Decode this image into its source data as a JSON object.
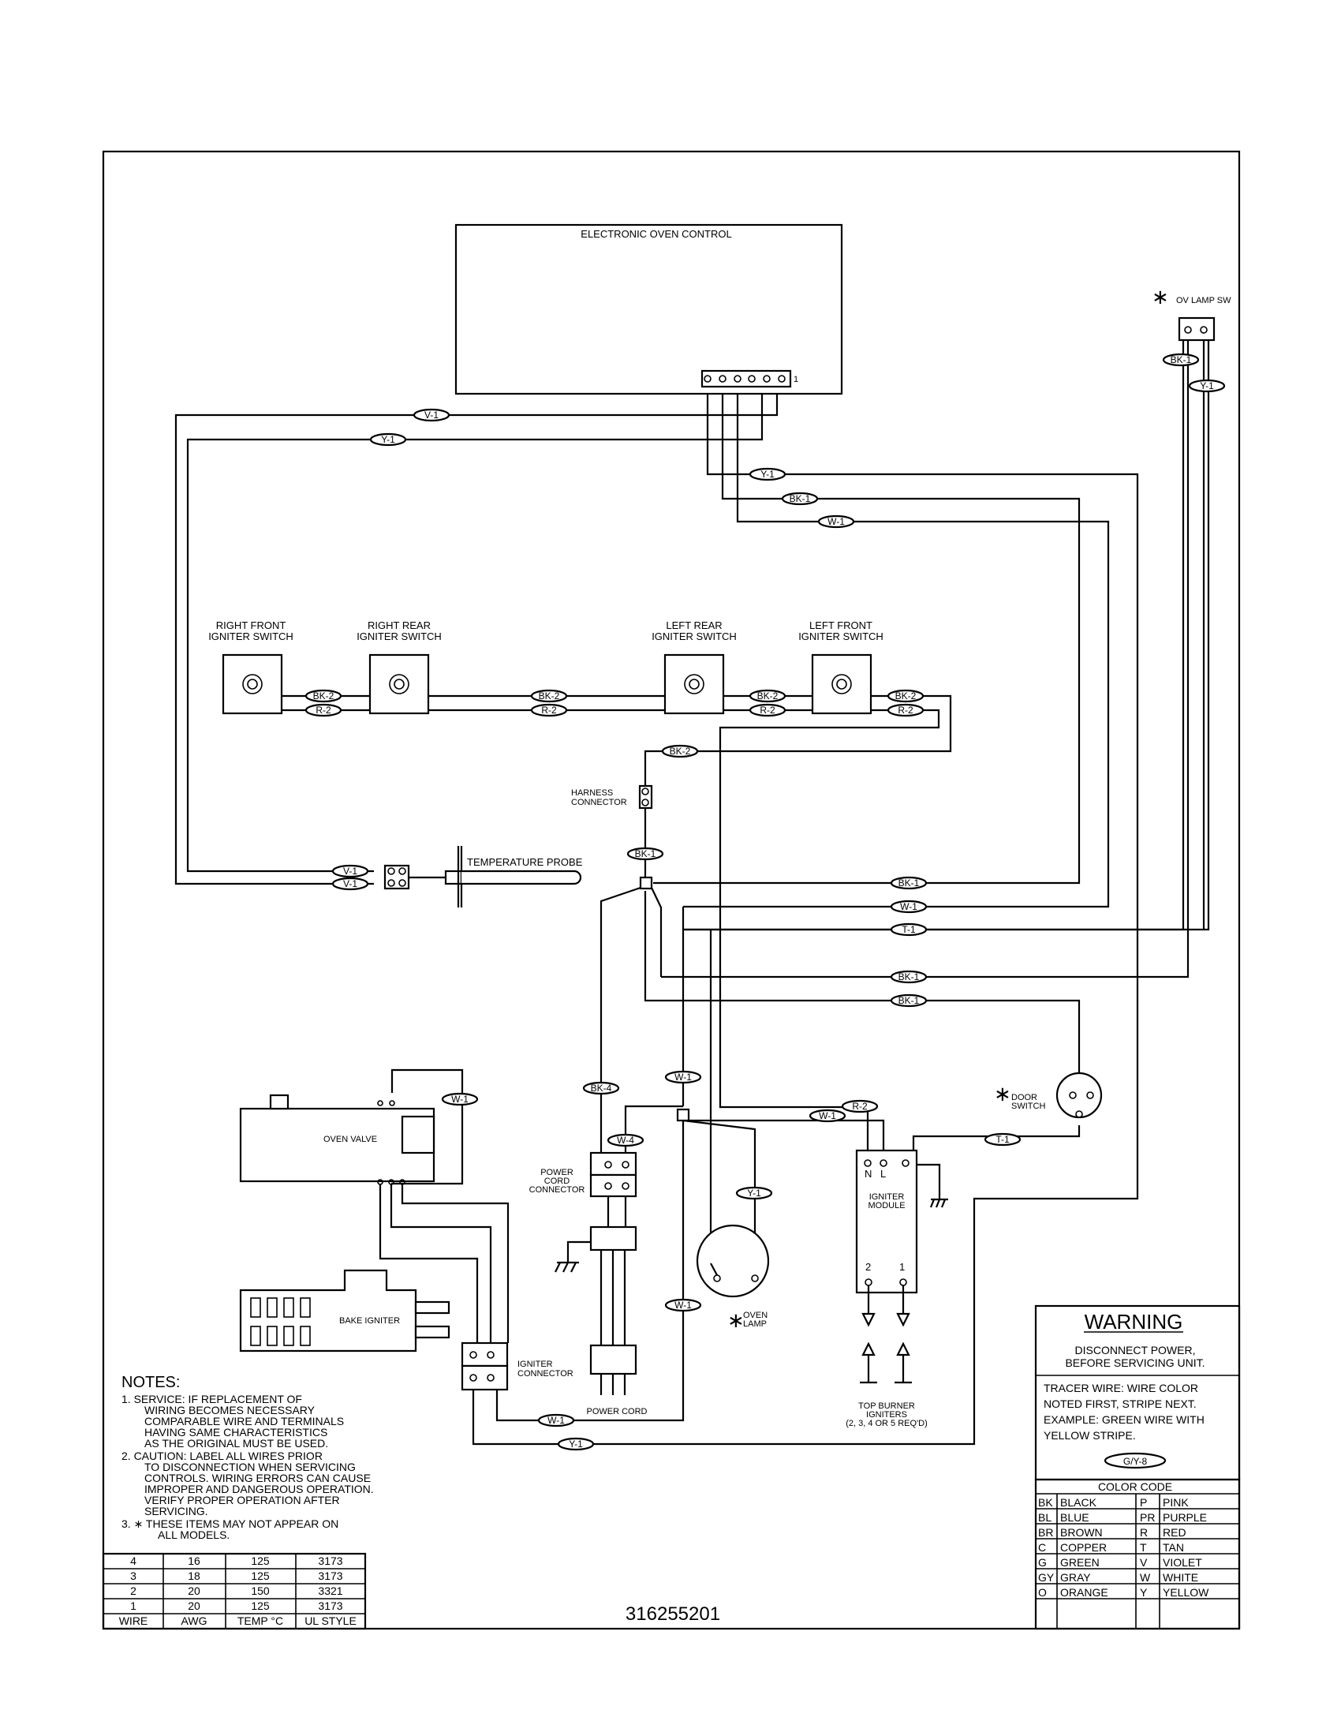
{
  "components": {
    "oven_control": "ELECTRONIC OVEN CONTROL",
    "pin_1": "1",
    "ov_lamp_sw": "OV LAMP SW",
    "asterisk": "∗",
    "igniter_switches": [
      "RIGHT FRONT",
      "IGNITER SWITCH",
      "RIGHT REAR",
      "IGNITER SWITCH",
      "LEFT REAR",
      "IGNITER SWITCH",
      "LEFT FRONT",
      "IGNITER SWITCH"
    ],
    "harness_connector": [
      "HARNESS",
      "CONNECTOR"
    ],
    "temperature_probe": "TEMPERATURE PROBE",
    "door_switch": [
      "DOOR",
      "SWITCH"
    ],
    "oven_valve": "OVEN VALVE",
    "power_cord_connector": [
      "POWER",
      "CORD",
      "CONNECTOR"
    ],
    "bake_igniter": "BAKE IGNITER",
    "igniter_connector": [
      "IGNITER",
      "CONNECTOR"
    ],
    "power_cord": "POWER CORD",
    "oven_lamp": [
      "OVEN",
      "LAMP"
    ],
    "igniter_module": [
      "IGNITER",
      "MODULE"
    ],
    "module_terminals": [
      "N",
      "L",
      "2",
      "1"
    ],
    "top_burner_igniters": [
      "TOP BURNER",
      "IGNITERS",
      "(2, 3, 4 OR 5 REQ'D)"
    ]
  },
  "wire_tags": [
    "V-1",
    "Y-1",
    "Y-1",
    "BK-1",
    "W-1",
    "BK-1",
    "Y-1",
    "BK-2",
    "R-2",
    "BK-2",
    "R-2",
    "BK-2",
    "R-2",
    "BK-2",
    "R-2",
    "BK-2",
    "BK-1",
    "V-1",
    "V-1",
    "BK-1",
    "W-1",
    "T-1",
    "BK-1",
    "BK-1",
    "W-1",
    "BK-4",
    "W-4",
    "R-2",
    "W-1",
    "T-1",
    "W-1",
    "Y-1",
    "W-1",
    "W-1",
    "Y-1"
  ],
  "notes": {
    "title": "NOTES:",
    "lines": [
      "1.  SERVICE:   IF REPLACEMENT OF",
      "WIRING BECOMES NECESSARY",
      "COMPARABLE WIRE AND TERMINALS",
      "HAVING SAME CHARACTERISTICS",
      "AS THE ORIGINAL MUST BE USED.",
      "2.  CAUTION:  LABEL ALL WIRES PRIOR",
      "TO DISCONNECTION WHEN SERVICING",
      "CONTROLS.   WIRING ERRORS CAN CAUSE",
      "IMPROPER AND DANGEROUS OPERATION.",
      "VERIFY PROPER OPERATION AFTER",
      "SERVICING.",
      "3.  ∗ THESE ITEMS MAY NOT APPEAR ON",
      "ALL MODELS."
    ]
  },
  "wire_table": {
    "headers": [
      "WIRE",
      "AWG",
      "TEMP °C",
      "UL STYLE"
    ],
    "rows": [
      [
        "4",
        "16",
        "125",
        "3173"
      ],
      [
        "3",
        "18",
        "125",
        "3173"
      ],
      [
        "2",
        "20",
        "150",
        "3321"
      ],
      [
        "1",
        "20",
        "125",
        "3173"
      ]
    ]
  },
  "part_number": "316255201",
  "warning": {
    "title": "WARNING",
    "lines": [
      "DISCONNECT POWER,",
      "BEFORE SERVICING UNIT."
    ],
    "tracer": [
      "TRACER WIRE:   WIRE COLOR",
      "NOTED FIRST, STRIPE NEXT.",
      "EXAMPLE:   GREEN WIRE WITH",
      "YELLOW STRIPE."
    ],
    "example_tag": "G/Y-8"
  },
  "color_code": {
    "title": "COLOR CODE",
    "rows": [
      [
        "BK",
        "BLACK",
        "P",
        "PINK"
      ],
      [
        "BL",
        "BLUE",
        "PR",
        "PURPLE"
      ],
      [
        "BR",
        "BROWN",
        "R",
        "RED"
      ],
      [
        "C",
        "COPPER",
        "T",
        "TAN"
      ],
      [
        "G",
        "GREEN",
        "V",
        "VIOLET"
      ],
      [
        "GY",
        "GRAY",
        "W",
        "WHITE"
      ],
      [
        "O",
        "ORANGE",
        "Y",
        "YELLOW"
      ]
    ]
  }
}
